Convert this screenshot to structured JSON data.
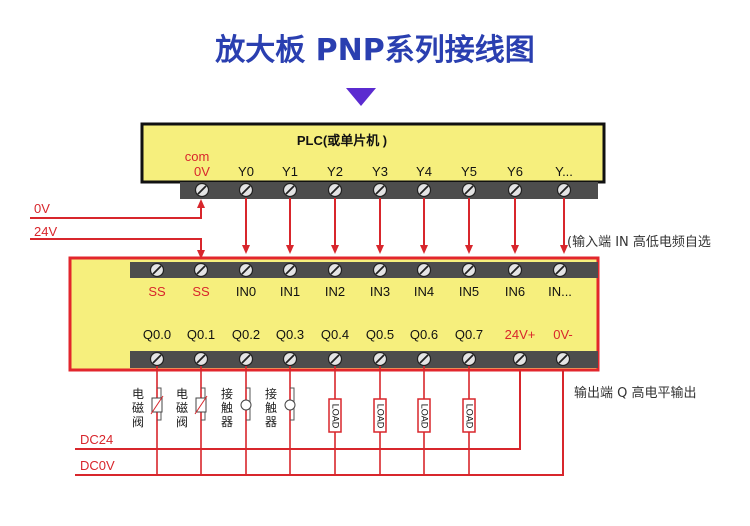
{
  "title": "放大板 PNP系列接线图",
  "plc": {
    "label": "PLC(或单片机 )",
    "com_label": "com",
    "terminals": [
      "0V",
      "Y0",
      "Y1",
      "Y2",
      "Y3",
      "Y4",
      "Y5",
      "Y6",
      "Y..."
    ]
  },
  "power_inputs": [
    "0V",
    "24V"
  ],
  "board": {
    "input_terminals": [
      "SS",
      "SS",
      "IN0",
      "IN1",
      "IN2",
      "IN3",
      "IN4",
      "IN5",
      "IN6",
      "IN..."
    ],
    "output_terminals": [
      "Q0.0",
      "Q0.1",
      "Q0.2",
      "Q0.3",
      "Q0.4",
      "Q0.5",
      "Q0.6",
      "Q0.7",
      "24V+",
      "0V-"
    ],
    "input_note": "(输入端 IN 高低电频自选",
    "output_note": "输出端 Q 高电平输出"
  },
  "loads": [
    {
      "type": "solenoid",
      "label": "电磁阀"
    },
    {
      "type": "solenoid",
      "label": "电磁阀"
    },
    {
      "type": "contactor",
      "label": "接触器"
    },
    {
      "type": "contactor",
      "label": "接触器"
    },
    {
      "type": "load",
      "label": "LOAD"
    },
    {
      "type": "load",
      "label": "LOAD"
    },
    {
      "type": "load",
      "label": "LOAD"
    },
    {
      "type": "load",
      "label": "LOAD"
    }
  ],
  "dc_rails": [
    "DC24",
    "DC0V"
  ],
  "colors": {
    "title": "#2a3fb0",
    "arrow_purple": "#5b2bd0",
    "box_fill": "#f6ef7d",
    "box_border": "#e2262c",
    "wire_red": "#d8262c",
    "terminal_strip": "#4d4d4d"
  }
}
